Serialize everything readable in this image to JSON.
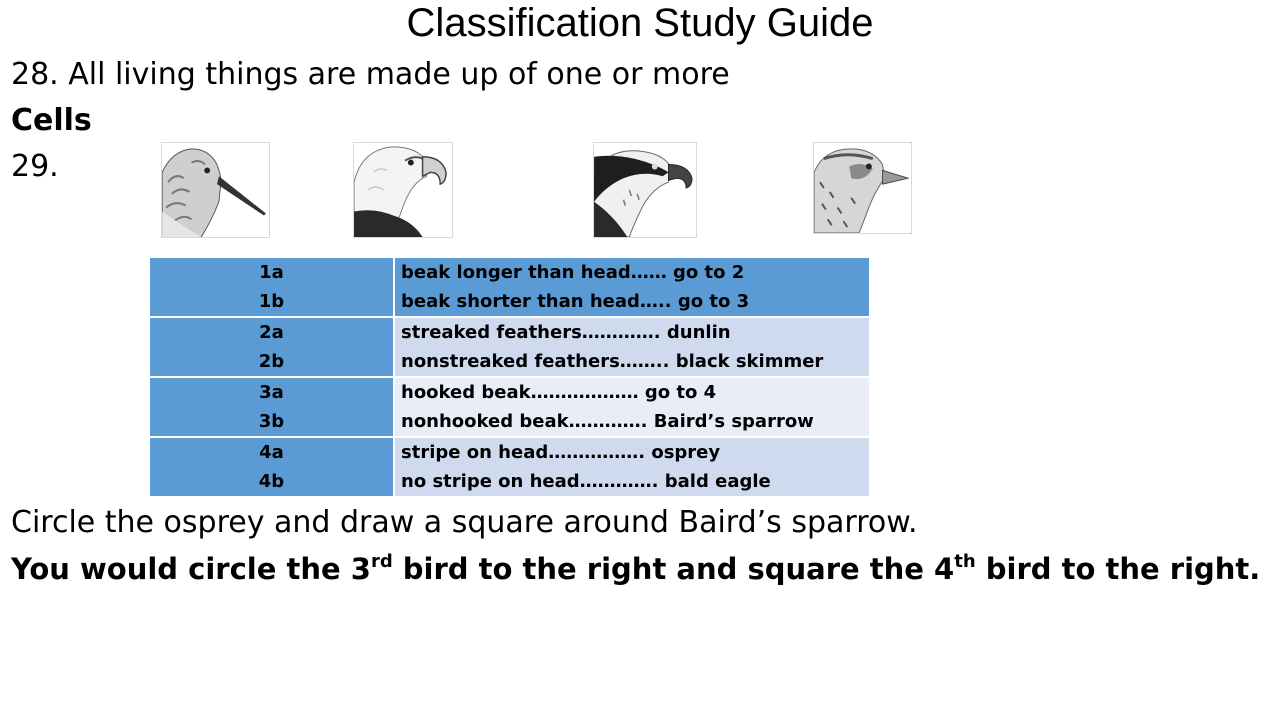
{
  "title": "Classification Study Guide",
  "q28": {
    "prompt": "28. All living things are made up of one or more",
    "answer": "Cells"
  },
  "q29": {
    "number": "29.",
    "birds": [
      {
        "icon": "dunlin-bird-icon"
      },
      {
        "icon": "bald-eagle-bird-icon"
      },
      {
        "icon": "osprey-bird-icon"
      },
      {
        "icon": "bairds-sparrow-bird-icon"
      }
    ],
    "key": [
      {
        "codes": [
          "1a",
          "1b"
        ],
        "lines": [
          "beak longer than head…… go to 2",
          "beak shorter than head….. go to 3"
        ]
      },
      {
        "codes": [
          "2a",
          "2b"
        ],
        "lines": [
          "streaked feathers…………. dunlin",
          "nonstreaked feathers…….. black skimmer"
        ]
      },
      {
        "codes": [
          "3a",
          "3b"
        ],
        "lines": [
          "hooked beak……………… go to 4",
          "nonhooked beak…………. Baird’s sparrow"
        ]
      },
      {
        "codes": [
          "4a",
          "4b"
        ],
        "lines": [
          "stripe on head……………. osprey",
          "no stripe on head…………. bald eagle"
        ]
      }
    ],
    "instruction": "Circle the osprey and draw a square around Baird’s sparrow.",
    "answer": {
      "part1": "You would circle the 3",
      "sup1": "rd",
      "part2": " bird to the right and square the 4",
      "sup2": "th",
      "part3": " bird to the right."
    }
  },
  "colors": {
    "key_header": "#5b9bd5",
    "key_row_dark": "#cfdaee",
    "key_row_light": "#e8edf7"
  }
}
